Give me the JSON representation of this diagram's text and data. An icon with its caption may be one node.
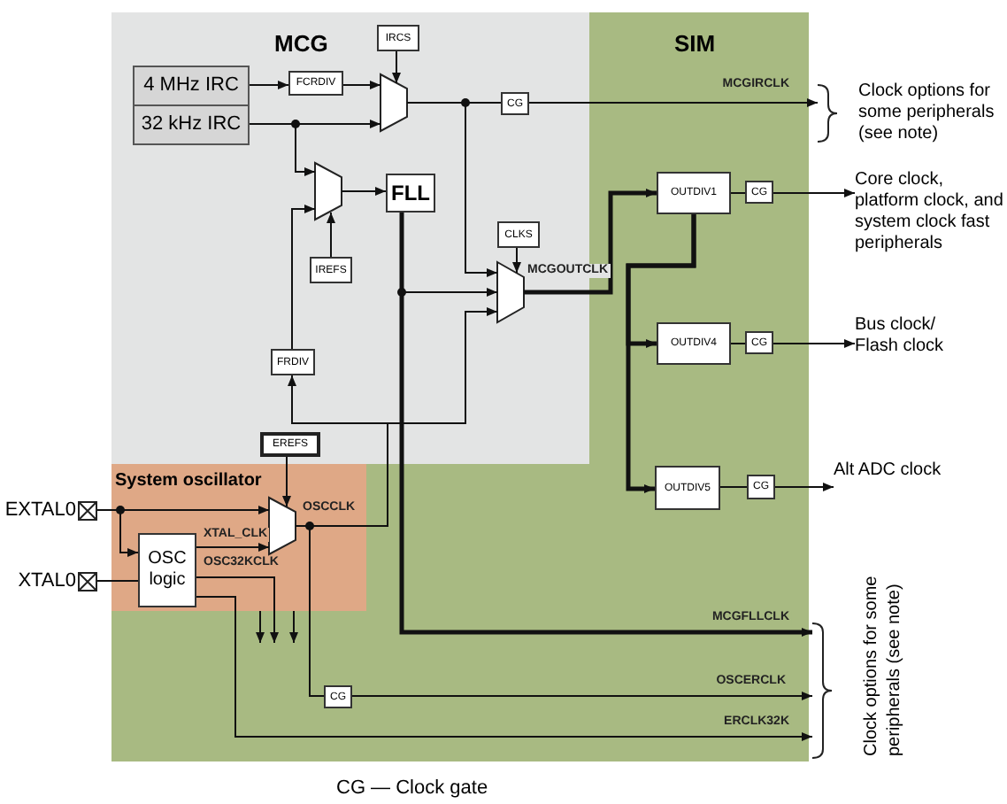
{
  "diagram": {
    "nodes": [
      {
        "text": [
          "SIM"
        ]
      },
      {
        "text": [
          "MCG"
        ],
        "in": 0
      },
      {
        "text": [
          "System oscillator"
        ],
        "in": 0
      },
      {
        "text": [
          "4 MHz IRC"
        ],
        "in": 1
      },
      {
        "text": [
          "32 kHz IRC"
        ],
        "in": 1
      },
      {
        "text": [
          "FCRDIV"
        ],
        "in": 1
      },
      {
        "text": [
          "IRCS"
        ],
        "in": 1
      },
      {
        "text": [],
        "shape": "trapezoid",
        "in": 1
      },
      {
        "text": [
          "CG"
        ],
        "in": 1
      },
      {
        "text": [],
        "shape": "trapezoid",
        "in": 1
      },
      {
        "text": [
          "FLL"
        ],
        "in": 1
      },
      {
        "text": [
          "IREFS"
        ],
        "in": 1
      },
      {
        "text": [
          "CLKS"
        ],
        "in": 1
      },
      {
        "text": [],
        "shape": "trapezoid",
        "in": 1
      },
      {
        "text": [
          "FRDIV"
        ],
        "in": 1
      },
      {
        "text": [
          "EREFS"
        ],
        "in": 1
      },
      {
        "text": [],
        "shape": "trapezoid",
        "in": 2
      },
      {
        "text": [
          "OSC logic"
        ],
        "in": 2
      },
      {
        "text": [
          "EXTAL0"
        ]
      },
      {
        "text": [
          "XTAL0"
        ]
      },
      {
        "text": [
          "OUTDIV1"
        ],
        "in": 0
      },
      {
        "text": [
          "CG"
        ],
        "in": 0
      },
      {
        "text": [
          "OUTDIV4"
        ],
        "in": 0
      },
      {
        "text": [
          "CG"
        ],
        "in": 0
      },
      {
        "text": [
          "OUTDIV5"
        ],
        "in": 0
      },
      {
        "text": [
          "CG"
        ],
        "in": 0
      },
      {
        "text": [
          "CG"
        ],
        "in": 0
      },
      {
        "text": [
          "Clock options for some peripherals (see note)"
        ]
      },
      {
        "text": [
          "Core clock, platform clock, and system clock fast peripherals"
        ]
      },
      {
        "text": [
          "Bus clock/ Flash clock"
        ]
      },
      {
        "text": [
          "Alt ADC clock"
        ]
      },
      {
        "text": [
          "Clock options for some peripherals (see note)"
        ]
      }
    ],
    "edges": [
      {
        "from": 3,
        "to": 5,
        "arrow": "to"
      },
      {
        "from": 5,
        "to": 7,
        "arrow": "to"
      },
      {
        "from": 4,
        "to": 7,
        "arrow": "to"
      },
      {
        "from": 6,
        "to": 7,
        "arrow": "to"
      },
      {
        "from": 7,
        "to": 8,
        "arrow": "none"
      },
      {
        "from": 8,
        "to": 27,
        "arrow": "to",
        "label": "MCGIRCLK"
      },
      {
        "from": 4,
        "to": 9,
        "arrow": "to"
      },
      {
        "from": 14,
        "to": 9,
        "arrow": "to"
      },
      {
        "from": 11,
        "to": 9,
        "arrow": "to"
      },
      {
        "from": 9,
        "to": 10,
        "arrow": "to"
      },
      {
        "from": 7,
        "to": 13,
        "arrow": "to"
      },
      {
        "from": 10,
        "to": 13,
        "arrow": "to"
      },
      {
        "from": 12,
        "to": 13,
        "arrow": "to"
      },
      {
        "from": 16,
        "to": 13,
        "arrow": "to",
        "label": "OSCCLK"
      },
      {
        "from": 16,
        "to": 14,
        "arrow": "to"
      },
      {
        "from": 13,
        "to": 20,
        "arrow": "to",
        "label": "MCGOUTCLK",
        "style": "thick"
      },
      {
        "from": 20,
        "to": 22,
        "arrow": "to",
        "style": "thick"
      },
      {
        "from": 20,
        "to": 24,
        "arrow": "to",
        "style": "thick"
      },
      {
        "from": 20,
        "to": 21,
        "arrow": "none"
      },
      {
        "from": 21,
        "to": 28,
        "arrow": "to"
      },
      {
        "from": 22,
        "to": 23,
        "arrow": "none"
      },
      {
        "from": 23,
        "to": 29,
        "arrow": "to"
      },
      {
        "from": 24,
        "to": 25,
        "arrow": "none"
      },
      {
        "from": 25,
        "to": 30,
        "arrow": "to"
      },
      {
        "from": 10,
        "to": 31,
        "arrow": "to",
        "label": "MCGFLLCLK",
        "style": "thick"
      },
      {
        "from": 18,
        "to": 16,
        "arrow": "to"
      },
      {
        "from": 18,
        "to": 17,
        "arrow": "to"
      },
      {
        "from": 19,
        "to": 17,
        "arrow": "none"
      },
      {
        "from": 17,
        "to": 16,
        "arrow": "to",
        "label": "XTAL_CLK"
      },
      {
        "from": 15,
        "to": 16,
        "arrow": "to"
      },
      {
        "from": 16,
        "to": 26,
        "arrow": "none"
      },
      {
        "from": 26,
        "to": 31,
        "arrow": "to",
        "label": "OSCERCLK"
      },
      {
        "from": 17,
        "to": 31,
        "arrow": "to",
        "label": "ERCLK32K"
      },
      {
        "from": 17,
        "to": null,
        "arrow": "to",
        "label": "OSC32KCLK"
      },
      {
        "from": 2,
        "to": null,
        "arrow": "to"
      },
      {
        "from": 2,
        "to": null,
        "arrow": "to"
      }
    ],
    "labels": [
      "CG — Clock gate"
    ]
  }
}
